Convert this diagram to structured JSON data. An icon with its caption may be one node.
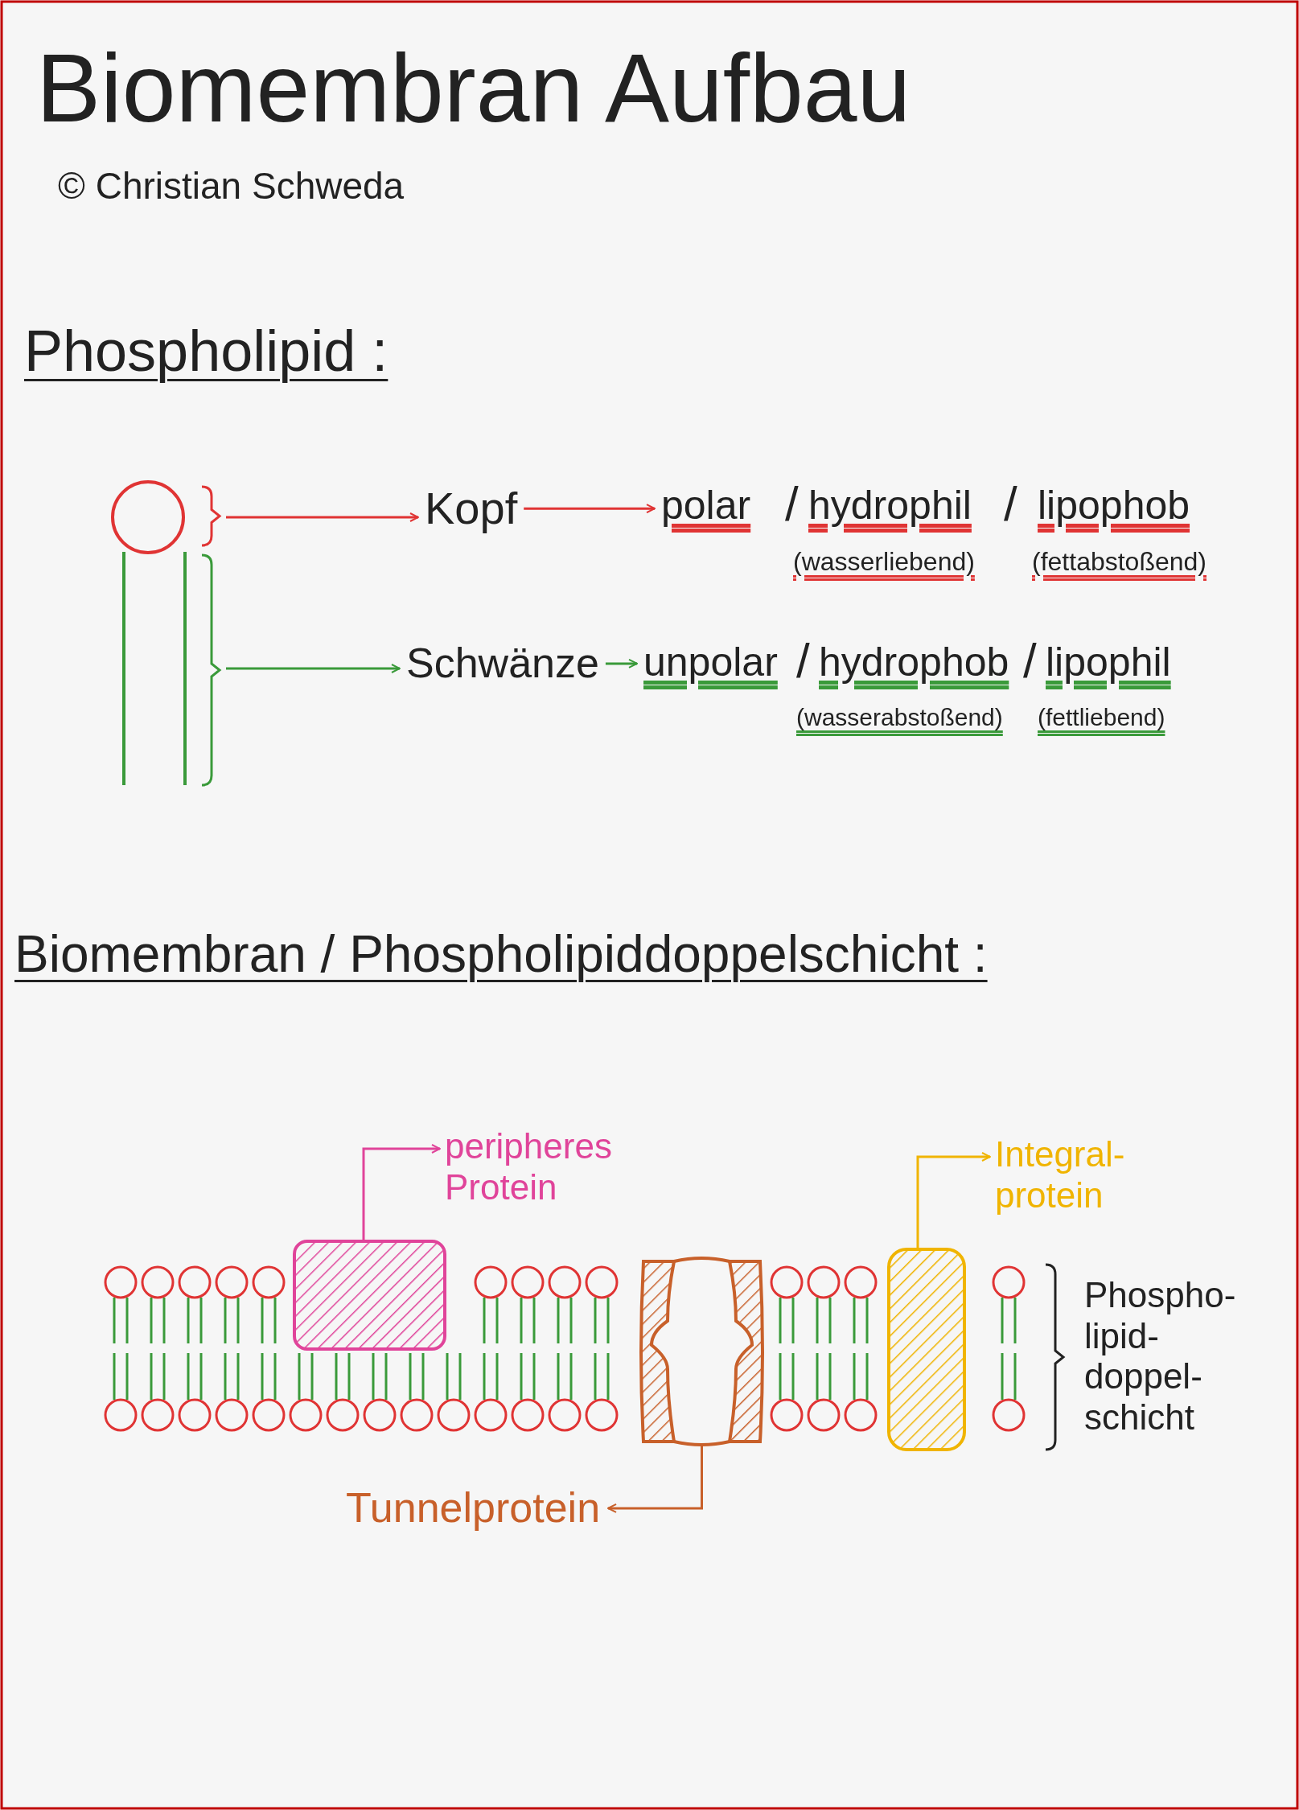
{
  "diagram": {
    "title": "Biomembran Aufbau",
    "nodes": [
      {
        "text": [],
        "shape": "circle"
      },
      {
        "text": [],
        "shape": "bar"
      },
      {
        "text": [
          "Kopf"
        ]
      },
      {
        "text": [
          "polar"
        ]
      },
      {
        "text": [
          "Schwänze"
        ]
      },
      {
        "text": [
          "unpolar"
        ]
      },
      {
        "text": [],
        "shape": "box"
      },
      {
        "text": [
          "peripheres Protein"
        ]
      },
      {
        "text": [],
        "shape": "box"
      },
      {
        "text": [
          "Tunnelprotein"
        ]
      },
      {
        "text": [],
        "shape": "box"
      },
      {
        "text": [
          "Integral- protein"
        ]
      }
    ],
    "edges": [
      {
        "from": 0,
        "to": 2,
        "arrow": "to",
        "color": "#e03434"
      },
      {
        "from": 2,
        "to": 3,
        "arrow": "to",
        "color": "#e03434"
      },
      {
        "from": 1,
        "to": 4,
        "arrow": "to",
        "color": "#3a9a3a"
      },
      {
        "from": 4,
        "to": 5,
        "arrow": "to",
        "color": "#3a9a3a"
      },
      {
        "from": 6,
        "to": 7,
        "arrow": "to",
        "color": "#e0449a"
      },
      {
        "from": 8,
        "to": 9,
        "arrow": "to",
        "color": "#c8602a"
      },
      {
        "from": 10,
        "to": 11,
        "arrow": "to",
        "color": "#f0b400"
      }
    ],
    "labels": [
      "© Christian Schweda",
      "Phospholipid :",
      "/",
      "hydrophil",
      "(wasserliebend)",
      "/",
      "lipophob",
      "(fettabstoßend)",
      "/",
      "hydrophob",
      "(wasserabstoßend)",
      "/",
      "lipophil",
      "(fettliebend)",
      "Biomembran / Phospholipiddoppelschicht :",
      "Phospho- lipid- doppel- schicht"
    ]
  }
}
